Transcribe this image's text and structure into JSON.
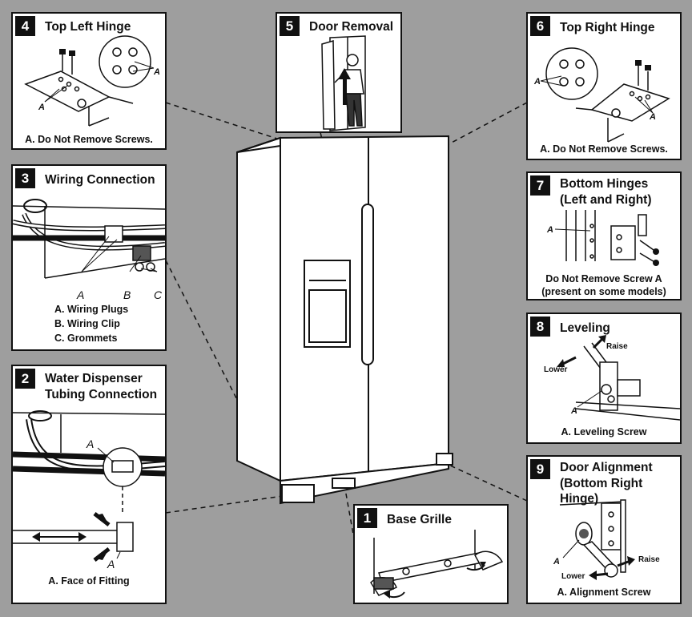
{
  "panels": {
    "p1": {
      "number": "1",
      "title": "Base Grille"
    },
    "p2": {
      "number": "2",
      "title_line1": "Water Dispenser",
      "title_line2": "Tubing Connection",
      "label_a1": "A",
      "label_a2": "A",
      "caption": "A. Face of Fitting"
    },
    "p3": {
      "number": "3",
      "title": "Wiring Connection",
      "label_a": "A",
      "label_b": "B",
      "label_c": "C",
      "captions": [
        "A. Wiring Plugs",
        "B. Wiring Clip",
        "C. Grommets"
      ]
    },
    "p4": {
      "number": "4",
      "title": "Top Left Hinge",
      "label_a1": "A",
      "label_a2": "A",
      "caption": "A. Do Not Remove Screws."
    },
    "p5": {
      "number": "5",
      "title": "Door Removal"
    },
    "p6": {
      "number": "6",
      "title": "Top Right Hinge",
      "label_a1": "A",
      "label_a2": "A",
      "caption": "A. Do Not Remove Screws."
    },
    "p7": {
      "number": "7",
      "title_line1": "Bottom Hinges",
      "title_line2": "(Left and Right)",
      "label_a": "A",
      "caption_line1": "Do Not Remove Screw A",
      "caption_line2": "(present on some models)"
    },
    "p8": {
      "number": "8",
      "title": "Leveling",
      "raise": "Raise",
      "lower": "Lower",
      "label_a": "A",
      "caption": "A. Leveling Screw"
    },
    "p9": {
      "number": "9",
      "title_line1": "Door Alignment",
      "title_line2": "(Bottom Right Hinge)",
      "label_a": "A",
      "raise": "Raise",
      "lower": "Lower",
      "caption": "A. Alignment Screw"
    }
  }
}
